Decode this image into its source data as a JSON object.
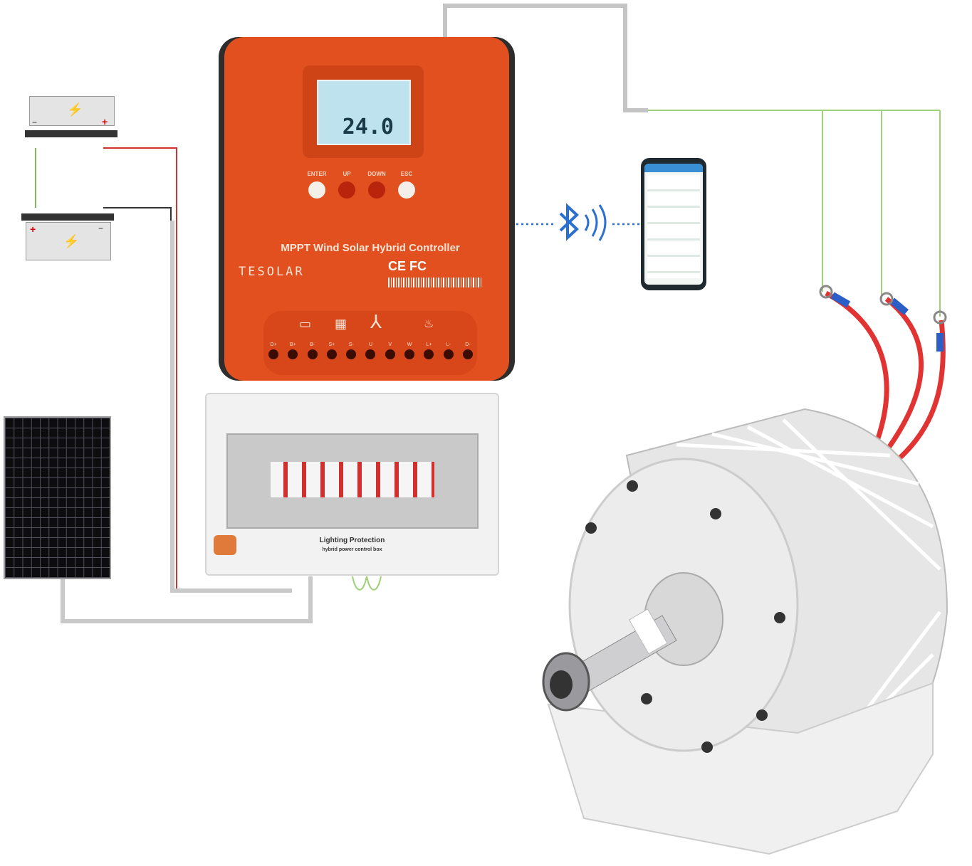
{
  "controller": {
    "lcd_value": "24.0",
    "buttons": [
      {
        "label": "ENTER",
        "color": "#f5efe9"
      },
      {
        "label": "UP",
        "color": "#b8250c"
      },
      {
        "label": "DOWN",
        "color": "#b8250c"
      },
      {
        "label": "ESC",
        "color": "#f5efe9"
      }
    ],
    "title": "MPPT Wind Solar Hybrid Controller",
    "brand": "TESOLAR",
    "certifications": "CE FC",
    "terminals": [
      "D+",
      "B+",
      "B-",
      "S+",
      "S-",
      "U",
      "V",
      "W",
      "L+",
      "L-",
      "D-"
    ],
    "body_color": "#e2501f"
  },
  "protection_box": {
    "label": "Lighting Protection",
    "sublabel": "hybrid power control box"
  },
  "batteries": [
    {
      "polarity_left": "−",
      "polarity_right": "+"
    },
    {
      "polarity_left": "+",
      "polarity_right": "−"
    }
  ],
  "icons": {
    "bluetooth": "bluetooth-icon",
    "battery": "battery-icon",
    "solar_panel": "solar-panel-icon",
    "wind_turbine": "wind-turbine-icon",
    "lightning": "lightning-icon"
  }
}
